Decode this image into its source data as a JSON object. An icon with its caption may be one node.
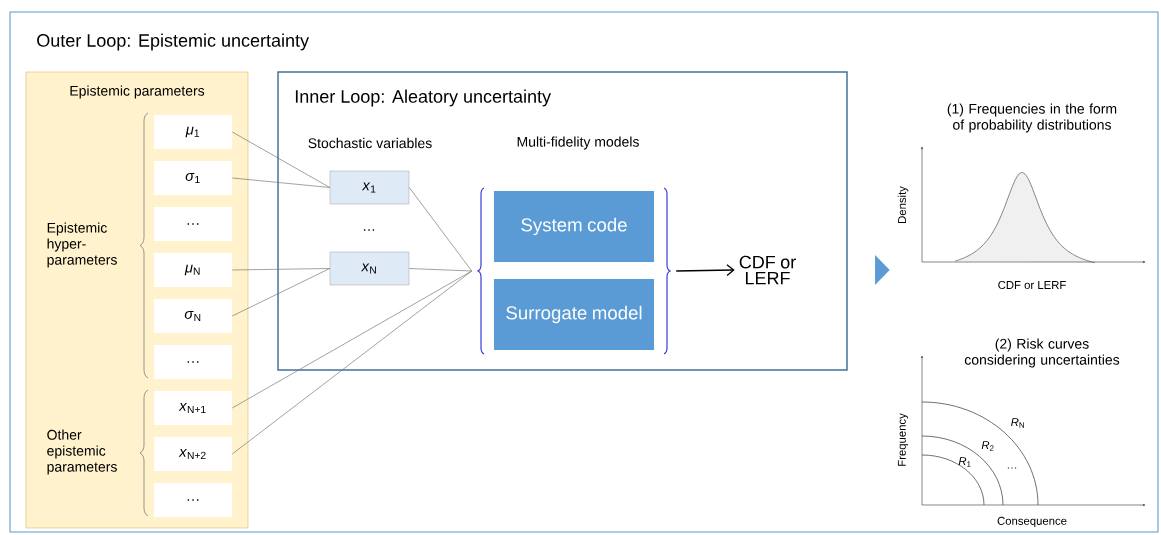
{
  "diagram": {
    "nodes": [
      {
        "text": [
          "Outer Loop: Epistemic uncertainty"
        ]
      },
      {
        "text": [
          "Epistemic parameters"
        ],
        "in": 0
      },
      {
        "text": [
          "*μ*$_{1}$"
        ],
        "in": 1
      },
      {
        "text": [
          "*σ*$_{1}$"
        ],
        "in": 1
      },
      {
        "text": [
          "…"
        ],
        "in": 1
      },
      {
        "text": [
          "*μ*$_{N}$"
        ],
        "in": 1
      },
      {
        "text": [
          "*σ*$_{N}$"
        ],
        "in": 1
      },
      {
        "text": [
          "…"
        ],
        "in": 1
      },
      {
        "text": [
          "*x*$_{N+1}$"
        ],
        "in": 1
      },
      {
        "text": [
          "*x*$_{N+2}$"
        ],
        "in": 1
      },
      {
        "text": [
          "…"
        ],
        "in": 1
      },
      {
        "text": [
          "Inner Loop: Aleatory uncertainty"
        ],
        "in": 0
      },
      {
        "text": [
          "*x*$_{1}$"
        ],
        "in": 11
      },
      {
        "text": [
          "*x*$_{N}$"
        ],
        "in": 11
      },
      {
        "text": [
          "Multi-fidelity models"
        ],
        "in": 11
      },
      {
        "text": [
          "System code"
        ],
        "in": 14
      },
      {
        "text": [
          "Surrogate model"
        ],
        "in": 14
      },
      {
        "text": [
          "CDF or LERF"
        ],
        "in": 11
      },
      {
        "text": [],
        "shape": "picture",
        "in": 0
      }
    ],
    "edges": [
      {
        "from": 2,
        "to": 12,
        "arrow": "none"
      },
      {
        "from": 3,
        "to": 12,
        "arrow": "none"
      },
      {
        "from": 5,
        "to": 13,
        "arrow": "none"
      },
      {
        "from": 6,
        "to": 13,
        "arrow": "none"
      },
      {
        "from": 12,
        "to": 14,
        "arrow": "none"
      },
      {
        "from": 13,
        "to": 14,
        "arrow": "none"
      },
      {
        "from": 8,
        "to": 14,
        "arrow": "none"
      },
      {
        "from": 9,
        "to": 14,
        "arrow": "none"
      },
      {
        "from": 14,
        "to": 17,
        "arrow": "to",
        "color": "#000000"
      },
      {
        "from": null,
        "to": 18,
        "arrow": "to",
        "style": "thick",
        "color": "#5b9bd5"
      }
    ],
    "labels": [
      "Epistemic hyper-parameters",
      "Other epistemic parameters",
      "Stochastic variables",
      "…",
      "(1) Frequencies in the form of probability distributions",
      "Density",
      "CDF or LERF",
      "(2) Risk curves considering uncertainties",
      "Frequency",
      "Consequence",
      "*R*$_{1}$",
      "*R*$_{2}$",
      "…",
      "*R*$_{N}$"
    ]
  }
}
